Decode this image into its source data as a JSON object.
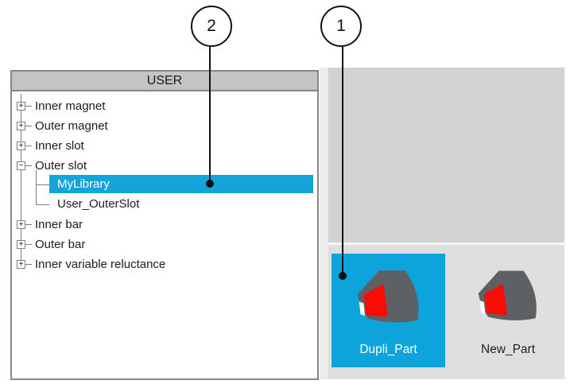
{
  "callouts": {
    "c1": {
      "label": "1"
    },
    "c2": {
      "label": "2"
    }
  },
  "library_tree": {
    "title": "USER",
    "items": [
      {
        "label": "Inner magnet",
        "sign": "+"
      },
      {
        "label": "Outer magnet",
        "sign": "+"
      },
      {
        "label": "Inner slot",
        "sign": "+"
      },
      {
        "label": "Outer slot",
        "sign": "−",
        "children": [
          {
            "label": "MyLibrary",
            "selected": true
          },
          {
            "label": "User_OuterSlot",
            "selected": false
          }
        ]
      },
      {
        "label": "Inner bar",
        "sign": "+"
      },
      {
        "label": "Outer bar",
        "sign": "+"
      },
      {
        "label": "Inner variable reluctance",
        "sign": "+"
      }
    ]
  },
  "parts_panel": {
    "tiles": [
      {
        "label": "Dupli_Part",
        "selected": true
      },
      {
        "label": "New_Part",
        "selected": false
      }
    ]
  },
  "colors": {
    "selection_blue": "#0ca4da",
    "tree_highlight_blue": "#14a4da",
    "panel_gray_top": "#d2d2d2",
    "panel_gray_bottom": "#dfdfdf",
    "header_gray": "#c4c4c4",
    "border_gray": "#868686",
    "part_rim_gray": "#5e6164",
    "part_magnet_red": "#fa0b06"
  }
}
